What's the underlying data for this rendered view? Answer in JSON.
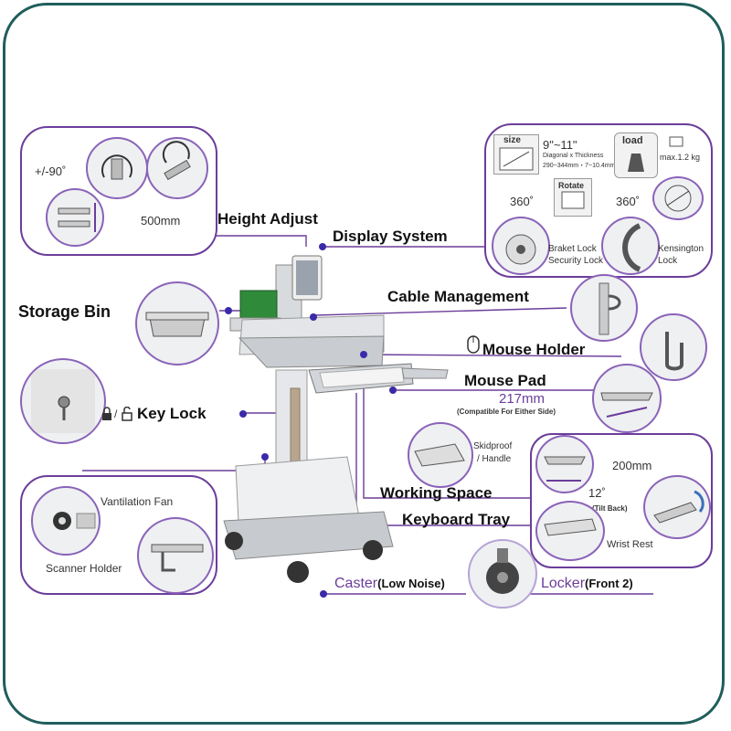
{
  "labels": {
    "height_adjust": "Height Adjust",
    "display_system": "Display System",
    "storage_bin": "Storage Bin",
    "cable_management": "Cable Management",
    "mouse_holder": "Mouse Holder",
    "mouse_pad": "Mouse Pad",
    "key_lock": "Key Lock",
    "working_space": "Working Space",
    "keyboard_tray": "Keyboard Tray",
    "caster": "Caster",
    "caster_note": "(Low Noise)",
    "locker": "Locker",
    "locker_note": "(Front 2)"
  },
  "height_panel": {
    "tilt": "+/-90˚",
    "height": "500mm"
  },
  "display_panel": {
    "size_badge": "size",
    "size_range": "9\"~11\"",
    "size_note1": "Diagonal x Thickness",
    "size_note2": "290~344mm・7~10.4mm",
    "load_badge": "load",
    "load_value": "max.1.2 kg",
    "rotate_badge": "Rotate",
    "rotate_left": "360˚",
    "rotate_right": "360˚",
    "lock_left_1": "Braket Lock",
    "lock_left_2": "Security Lock",
    "lock_right_1": "Kensington",
    "lock_right_2": "Lock",
    "kg": "kg"
  },
  "mouse_pad_panel": {
    "width": "217mm",
    "note": "(Compatible For Either Side)"
  },
  "key_lock_separator": "/",
  "working_panel": {
    "skidproof_1": "Skidproof",
    "skidproof_2": "/ Handle",
    "depth": "200mm",
    "tilt": "12˚",
    "tilt_note": "(Tilt Back)",
    "wrist_rest": "Wrist Rest"
  },
  "base_panel": {
    "fan": "Vantilation Fan",
    "scanner": "Scanner  Holder"
  },
  "colors": {
    "frame": "#1f5e5b",
    "panel_border": "#6b3d9a",
    "accent": "#3b2aa8",
    "bin": "#2f8a3a"
  }
}
